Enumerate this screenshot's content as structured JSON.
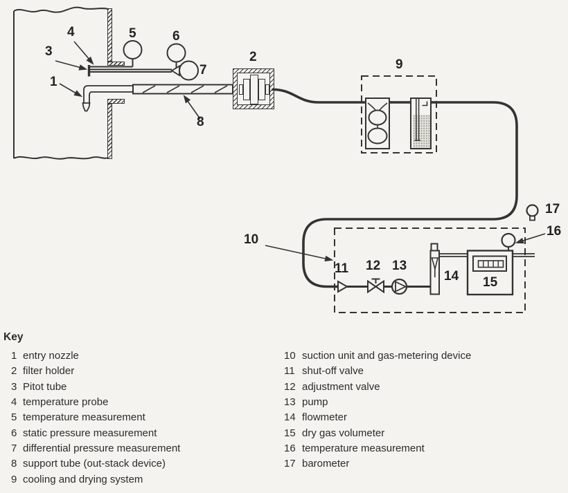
{
  "colors": {
    "ink": "#333333",
    "paper": "#f4f3ef"
  },
  "labels": {
    "l1": "1",
    "l2": "2",
    "l3": "3",
    "l4": "4",
    "l5": "5",
    "l6": "6",
    "l7": "7",
    "l8": "8",
    "l9": "9",
    "l10": "10",
    "l11": "11",
    "l12": "12",
    "l13": "13",
    "l14": "14",
    "l15": "15",
    "l16": "16",
    "l17": "17"
  },
  "key": {
    "title": "Key",
    "left": [
      {
        "num": "1",
        "text": "entry nozzle"
      },
      {
        "num": "2",
        "text": "filter holder"
      },
      {
        "num": "3",
        "text": "Pitot tube"
      },
      {
        "num": "4",
        "text": "temperature probe"
      },
      {
        "num": "5",
        "text": "temperature measurement"
      },
      {
        "num": "6",
        "text": "static pressure measurement"
      },
      {
        "num": "7",
        "text": "differential pressure measurement"
      },
      {
        "num": "8",
        "text": "support tube (out-stack device)"
      },
      {
        "num": "9",
        "text": "cooling and drying system"
      }
    ],
    "right": [
      {
        "num": "10",
        "text": "suction unit and gas-metering device"
      },
      {
        "num": "11",
        "text": "shut-off valve"
      },
      {
        "num": "12",
        "text": "adjustment valve"
      },
      {
        "num": "13",
        "text": "pump"
      },
      {
        "num": "14",
        "text": "flowmeter"
      },
      {
        "num": "15",
        "text": "dry gas volumeter"
      },
      {
        "num": "16",
        "text": "temperature measurement"
      },
      {
        "num": "17",
        "text": "barometer"
      }
    ]
  }
}
